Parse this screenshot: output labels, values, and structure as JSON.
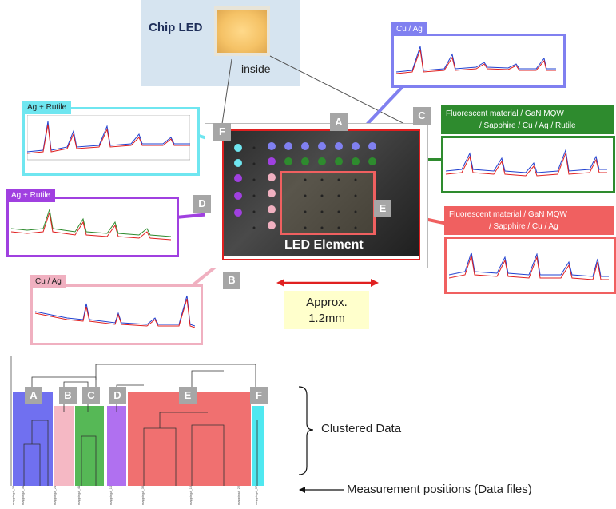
{
  "chip_label": "Chip LED",
  "inside_label": "inside",
  "led_element_label": "LED Element",
  "approx_line1": "Approx.",
  "approx_line2": "1.2mm",
  "clustered_label": "Clustered Data",
  "measurement_label": "Measurement positions (Data files)",
  "letters": {
    "A": "A",
    "B": "B",
    "C": "C",
    "D": "D",
    "E": "E",
    "F": "F"
  },
  "spectra": {
    "cu_ag_top": "Cu / Ag",
    "ag_rutile_1": "Ag + Rutile",
    "ag_rutile_2": "Ag + Rutile",
    "cu_ag_bottom": "Cu / Ag",
    "fluor_c_line1": "Fluorescent material / GaN MQW",
    "fluor_c_line2": "/ Sapphire / Cu / Ag / Rutile",
    "fluor_e_line1": "Fluorescent material / GaN MQW",
    "fluor_e_line2": "/ Sapphire  / Cu / Ag"
  },
  "colors": {
    "A": "#8080f0",
    "B": "#f0b0c0",
    "C": "#2e8b2e",
    "D": "#a040e0",
    "E": "#f06060",
    "F": "#6fe6f0",
    "approx_bg": "#ffffcc",
    "chip_bg": "#d6e4f0"
  },
  "chart_data": {
    "type": "dendrogram",
    "clusters": [
      {
        "label": "A",
        "color": "#7070f0"
      },
      {
        "label": "B",
        "color": "#f5b8c4"
      },
      {
        "label": "C",
        "color": "#56b856"
      },
      {
        "label": "D",
        "color": "#b070f0"
      },
      {
        "label": "E",
        "color": "#f07070"
      },
      {
        "label": "F",
        "color": "#50e8f0"
      }
    ]
  }
}
